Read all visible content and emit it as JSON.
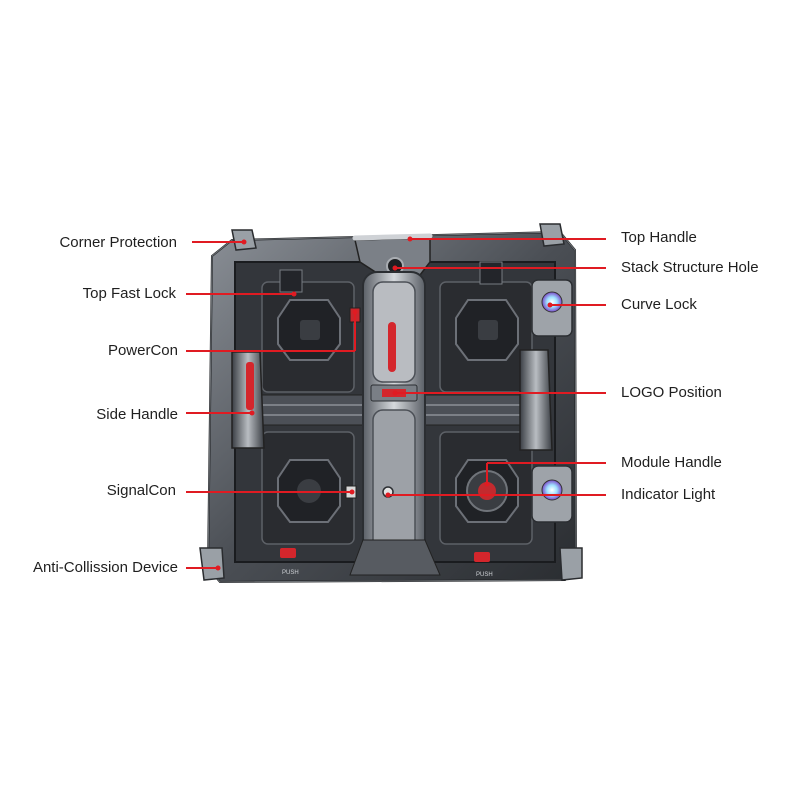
{
  "colors": {
    "leader_line": "#e01b22",
    "accent_red": "#d4262c",
    "cabinet_dark": "#2e3136",
    "cabinet_mid": "#6b7077",
    "cabinet_light": "#c9ccd1",
    "label_text": "#1f1f1f"
  },
  "labels_left": [
    {
      "id": "corner-protection",
      "text": "Corner Protection"
    },
    {
      "id": "top-fast-lock",
      "text": "Top Fast Lock"
    },
    {
      "id": "powercon",
      "text": "PowerCon"
    },
    {
      "id": "side-handle",
      "text": "Side Handle"
    },
    {
      "id": "signalcon",
      "text": "SignalCon"
    },
    {
      "id": "anti-collision-device",
      "text": "Anti-Collission Device"
    }
  ],
  "labels_right": [
    {
      "id": "top-handle",
      "text": "Top Handle"
    },
    {
      "id": "stack-structure-hole",
      "text": "Stack Structure Hole"
    },
    {
      "id": "curve-lock",
      "text": "Curve Lock"
    },
    {
      "id": "logo-position",
      "text": "LOGO Position"
    },
    {
      "id": "module-handle",
      "text": "Module Handle"
    },
    {
      "id": "indicator-light",
      "text": "Indicator Light"
    }
  ],
  "cabinet": {
    "push_label": "PUSH"
  },
  "icons": [
    "connector-icon",
    "lock-icon",
    "handle-icon",
    "indicator-icon"
  ]
}
